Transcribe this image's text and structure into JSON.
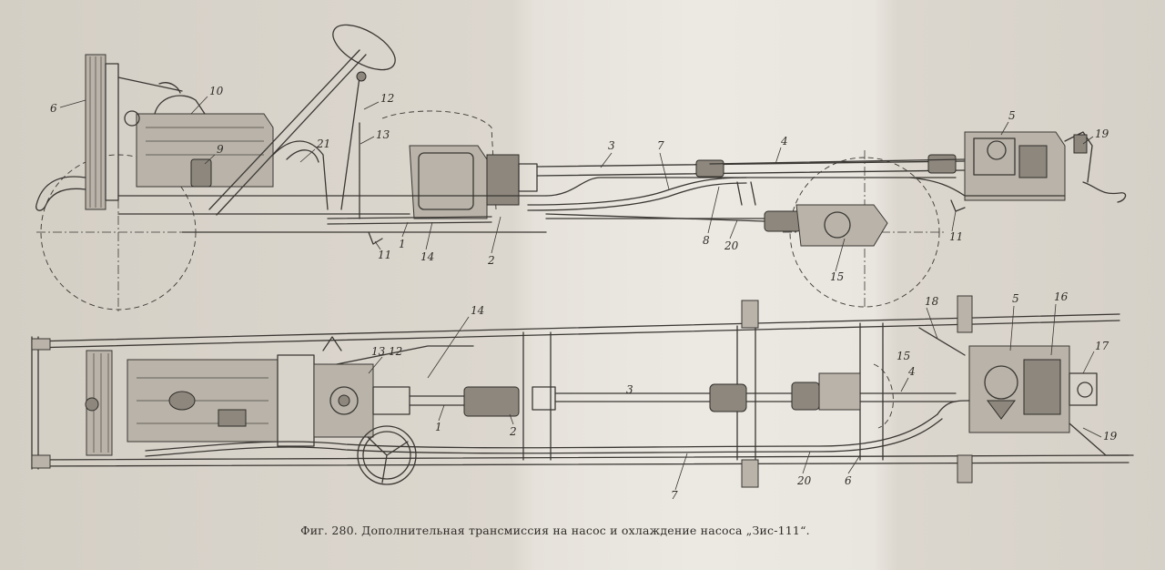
{
  "caption": "Фиг. 280. Дополнительная трансмиссия на насос и охлаждение насоса „Зис-111“.",
  "side_view_labels": [
    "6",
    "10",
    "9",
    "21",
    "12",
    "13",
    "3",
    "7",
    "4",
    "5",
    "19",
    "1",
    "14",
    "2",
    "8",
    "20",
    "11",
    "15",
    "11"
  ],
  "plan_view_labels": [
    "14",
    "13",
    "12",
    "3",
    "1",
    "2",
    "15",
    "4",
    "18",
    "5",
    "16",
    "17",
    "19",
    "7",
    "20",
    "6"
  ]
}
